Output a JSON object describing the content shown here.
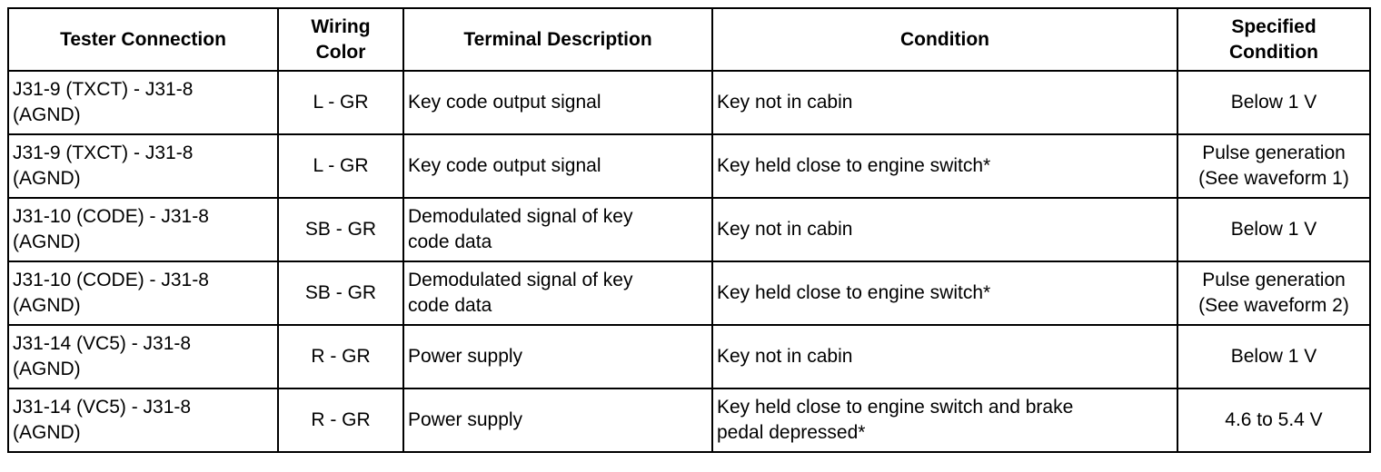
{
  "table": {
    "headers": [
      "Tester Connection",
      "Wiring\nColor",
      "Terminal Description",
      "Condition",
      "Specified\nCondition"
    ],
    "rows": [
      {
        "tester_connection": "J31-9 (TXCT) - J31-8\n(AGND)",
        "wiring_color": "L - GR",
        "terminal_description": "Key code output signal",
        "condition": "Key not in cabin",
        "specified_condition": "Below 1 V"
      },
      {
        "tester_connection": "J31-9 (TXCT) - J31-8\n(AGND)",
        "wiring_color": "L - GR",
        "terminal_description": "Key code output signal",
        "condition": "Key held close to engine switch*",
        "specified_condition": "Pulse generation\n(See waveform 1)"
      },
      {
        "tester_connection": "J31-10 (CODE) - J31-8\n(AGND)",
        "wiring_color": "SB - GR",
        "terminal_description": "Demodulated signal of key\ncode data",
        "condition": "Key not in cabin",
        "specified_condition": "Below 1 V"
      },
      {
        "tester_connection": "J31-10 (CODE) - J31-8\n(AGND)",
        "wiring_color": "SB - GR",
        "terminal_description": "Demodulated signal of key\ncode data",
        "condition": "Key held close to engine switch*",
        "specified_condition": "Pulse generation\n(See waveform 2)"
      },
      {
        "tester_connection": "J31-14 (VC5) - J31-8\n(AGND)",
        "wiring_color": "R - GR",
        "terminal_description": "Power supply",
        "condition": "Key not in cabin",
        "specified_condition": "Below 1 V"
      },
      {
        "tester_connection": "J31-14 (VC5) - J31-8\n(AGND)",
        "wiring_color": "R - GR",
        "terminal_description": "Power supply",
        "condition": "Key held close to engine switch and brake\npedal depressed*",
        "specified_condition": "4.6 to 5.4 V"
      }
    ]
  }
}
